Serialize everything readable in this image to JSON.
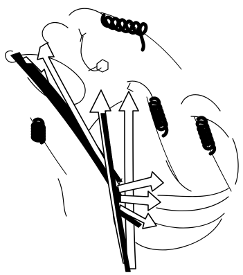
{
  "figure": {
    "kind": "protein ribbon diagram",
    "style": "black-and-white line drawing",
    "elements": {
      "helices": [
        "helix-upper-right",
        "helix-left",
        "helix-right-mid",
        "helix-right-outer"
      ],
      "strand_count": 8,
      "ligand": "ring-ligand",
      "loops": "coil-loops"
    },
    "colors": {
      "ink": "#000000",
      "paper": "#ffffff"
    }
  }
}
